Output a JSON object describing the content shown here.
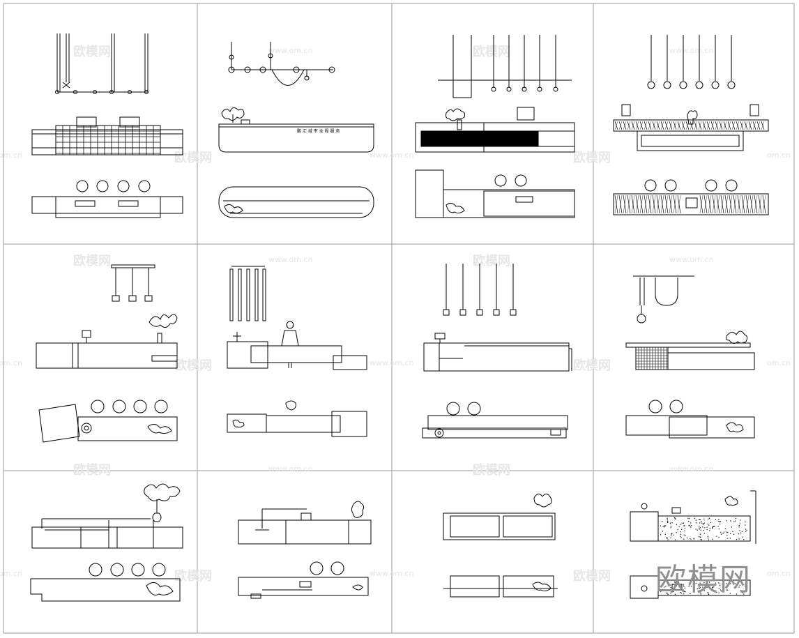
{
  "watermark": {
    "logo_text": "欧模网",
    "url_text": "www.om.cn",
    "edge_text": "om.cn"
  },
  "brand_mark": "欧模网",
  "panel1": {
    "counter_sign": "鹏 汇 城 市 全 程 服 务"
  },
  "grid": {
    "columns": 4,
    "rows": 3
  },
  "colors": {
    "line": "#000000",
    "grid_line": "#9a9a9a",
    "watermark": "#e6e6e6",
    "brand": "#8f8f8f"
  }
}
